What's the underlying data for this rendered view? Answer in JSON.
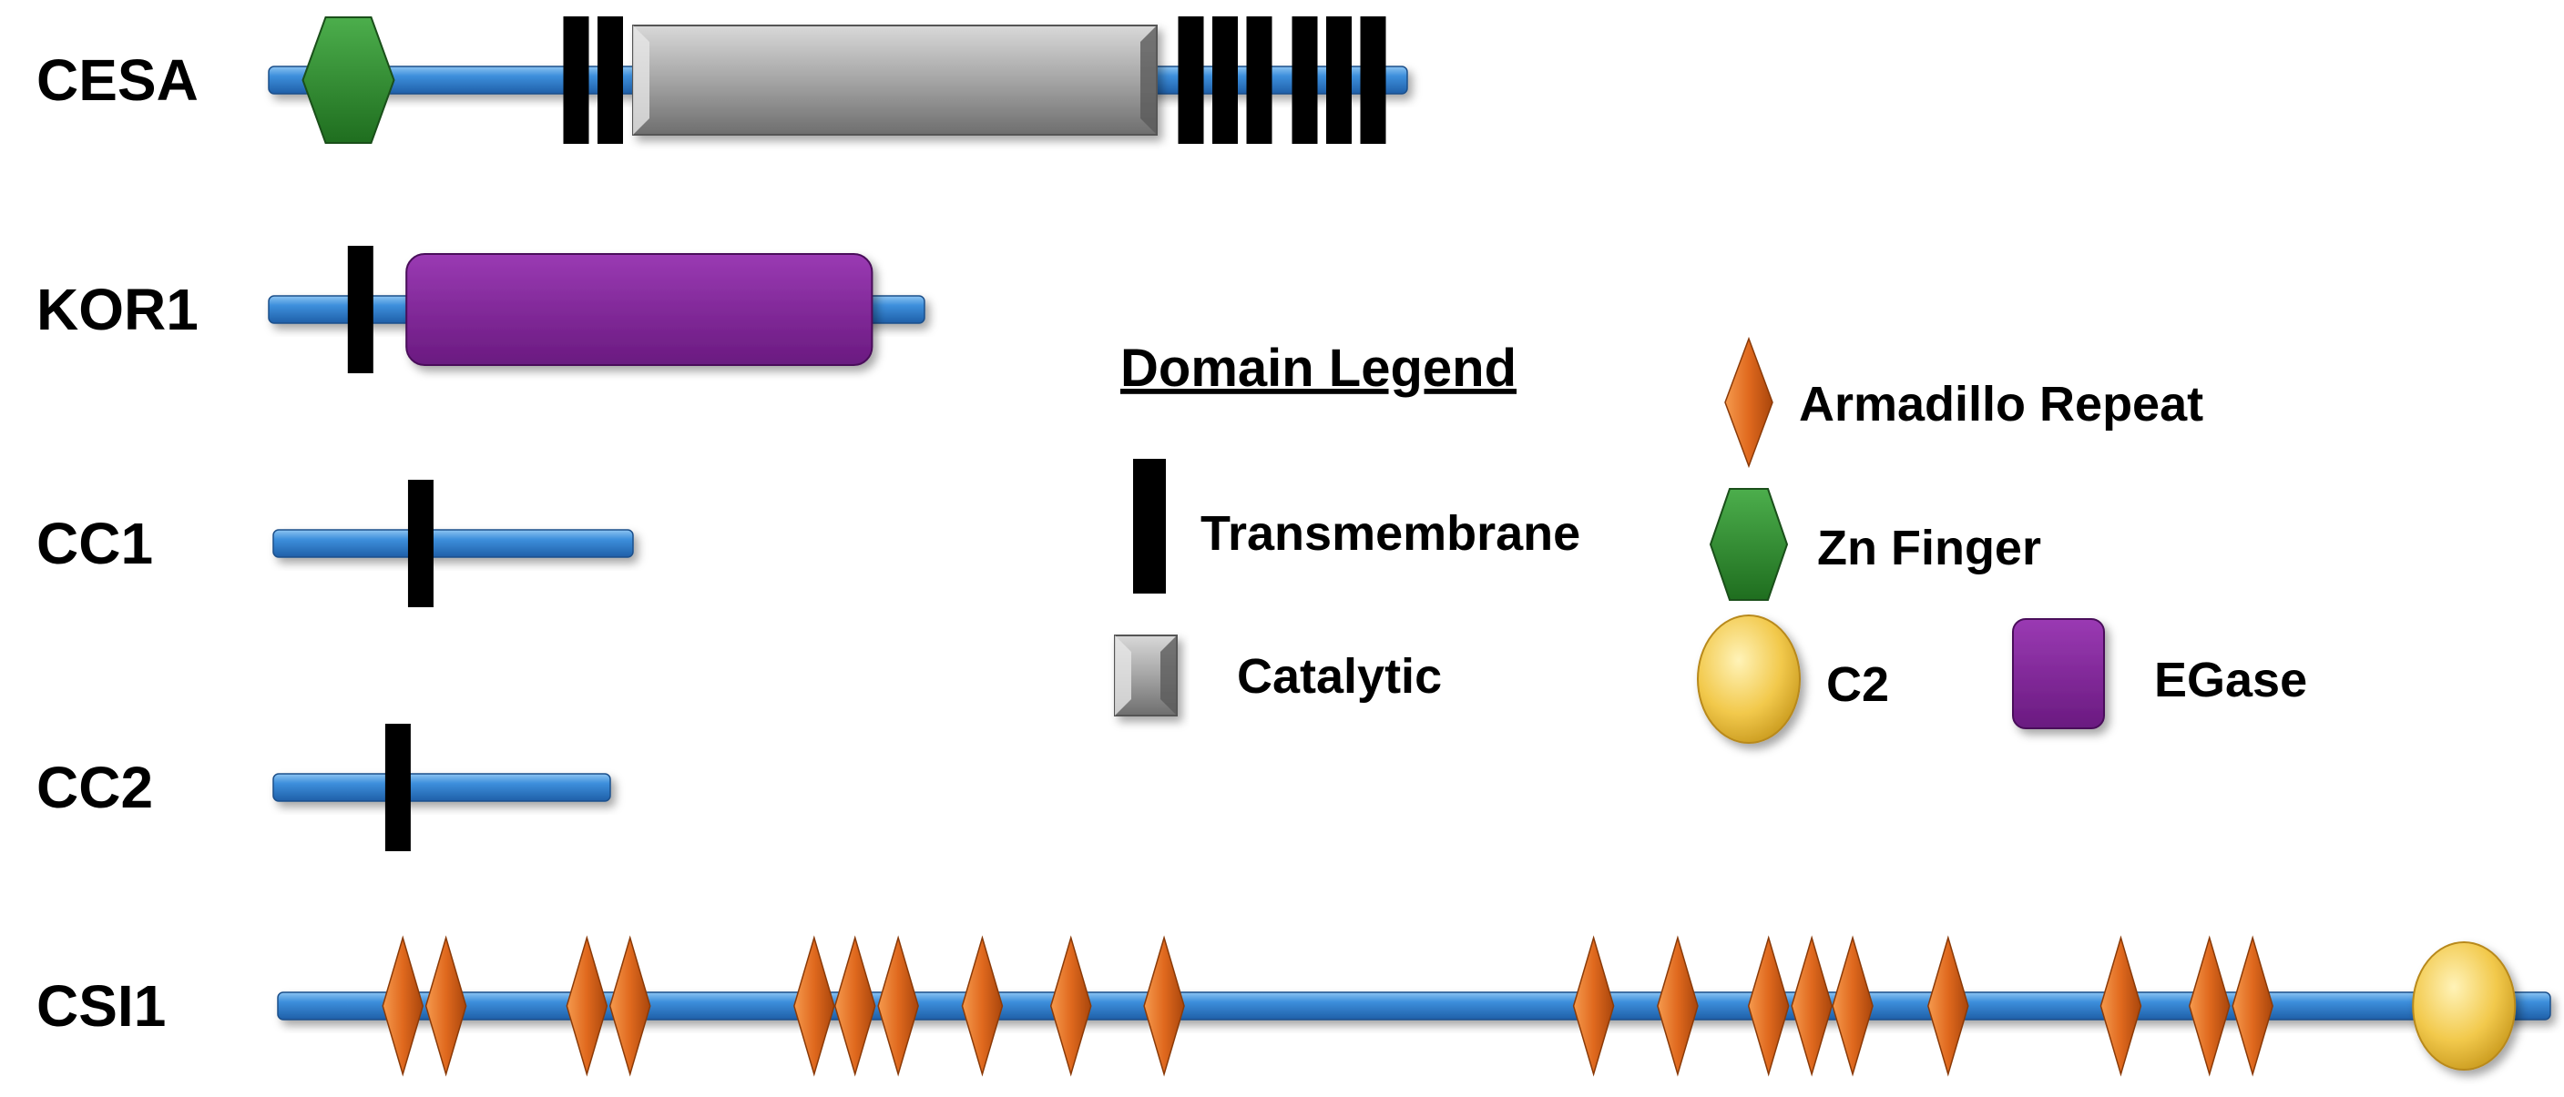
{
  "proteins": [
    {
      "name": "CESA",
      "domains": [
        {
          "type": "zn_finger",
          "pos": 0.07
        },
        {
          "type": "transmembrane",
          "pos": 0.27
        },
        {
          "type": "transmembrane",
          "pos": 0.3
        },
        {
          "type": "catalytic",
          "start": 0.32,
          "end": 0.78
        },
        {
          "type": "transmembrane",
          "pos": 0.81
        },
        {
          "type": "transmembrane",
          "pos": 0.84
        },
        {
          "type": "transmembrane",
          "pos": 0.87
        },
        {
          "type": "transmembrane",
          "pos": 0.91
        },
        {
          "type": "transmembrane",
          "pos": 0.94
        },
        {
          "type": "transmembrane",
          "pos": 0.97
        }
      ]
    },
    {
      "name": "KOR1",
      "domains": [
        {
          "type": "transmembrane",
          "pos": 0.14
        },
        {
          "type": "egase",
          "start": 0.21,
          "end": 0.92
        }
      ]
    },
    {
      "name": "CC1",
      "domains": [
        {
          "type": "transmembrane",
          "pos": 0.41
        }
      ]
    },
    {
      "name": "CC2",
      "domains": [
        {
          "type": "transmembrane",
          "pos": 0.37
        }
      ]
    },
    {
      "name": "CSI1",
      "domains": [
        {
          "type": "armadillo",
          "pos": 0.055
        },
        {
          "type": "armadillo",
          "pos": 0.074
        },
        {
          "type": "armadillo",
          "pos": 0.136
        },
        {
          "type": "armadillo",
          "pos": 0.155
        },
        {
          "type": "armadillo",
          "pos": 0.236
        },
        {
          "type": "armadillo",
          "pos": 0.254
        },
        {
          "type": "armadillo",
          "pos": 0.273
        },
        {
          "type": "armadillo",
          "pos": 0.31
        },
        {
          "type": "armadillo",
          "pos": 0.349
        },
        {
          "type": "armadillo",
          "pos": 0.39
        },
        {
          "type": "armadillo",
          "pos": 0.579
        },
        {
          "type": "armadillo",
          "pos": 0.616
        },
        {
          "type": "armadillo",
          "pos": 0.656
        },
        {
          "type": "armadillo",
          "pos": 0.675
        },
        {
          "type": "armadillo",
          "pos": 0.693
        },
        {
          "type": "armadillo",
          "pos": 0.735
        },
        {
          "type": "armadillo",
          "pos": 0.811
        },
        {
          "type": "armadillo",
          "pos": 0.85
        },
        {
          "type": "armadillo",
          "pos": 0.869
        },
        {
          "type": "c2",
          "pos": 0.962
        }
      ]
    }
  ],
  "legend": {
    "title": "Domain Legend",
    "items": [
      {
        "type": "transmembrane",
        "label": "Transmembrane"
      },
      {
        "type": "catalytic",
        "label": "Catalytic"
      },
      {
        "type": "armadillo",
        "label": "Armadillo Repeat"
      },
      {
        "type": "zn_finger",
        "label": "Zn Finger"
      },
      {
        "type": "c2",
        "label": "C2"
      },
      {
        "type": "egase",
        "label": "EGase"
      }
    ]
  },
  "colors": {
    "backbone": "#2f7fcf",
    "transmembrane": "#000000",
    "catalytic": "#9a9a9a",
    "egase": "#7b2191",
    "zn_finger": "#2e8b2e",
    "c2": "#f2c94c",
    "armadillo": "#e0691e"
  }
}
